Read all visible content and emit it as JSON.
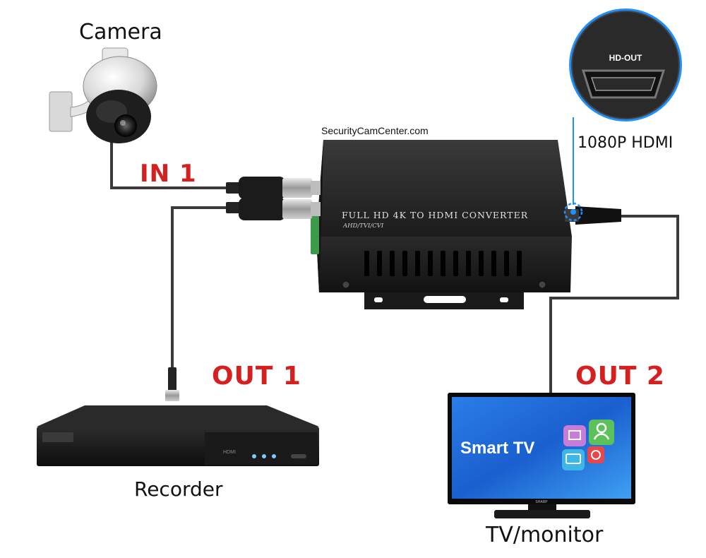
{
  "labels": {
    "camera": "Camera",
    "watermark": "SecurityCamCenter.com",
    "hdmi_caption": "1080P HDMI",
    "in1": "IN 1",
    "out1": "OUT 1",
    "out2": "OUT 2",
    "recorder": "Recorder",
    "tv": "TV/monitor"
  },
  "converter": {
    "front_text": "FULL HD 4K TO HDMI CONVERTER",
    "front_subtext": "AHD/TVI/CVI"
  },
  "hdmi_port": {
    "label": "HD-OUT"
  },
  "recorder": {
    "badge": "HDMI"
  },
  "tv": {
    "screen_text": "Smart TV",
    "brand": "SHARP"
  },
  "colors": {
    "label_red": "#d61f1f",
    "cable": "#3a3a3a",
    "callout_blue": "#1e90ff",
    "tv_screen": "#1a6bd6"
  }
}
